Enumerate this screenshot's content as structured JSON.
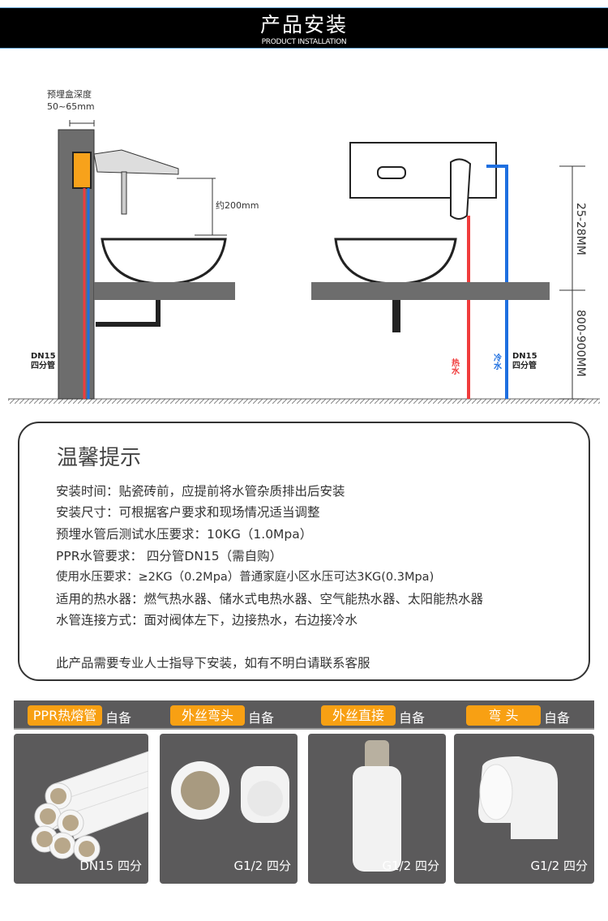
{
  "header": {
    "title": "产品安装",
    "subtitle": "PRODUCT INSTALLATION"
  },
  "diagram": {
    "box_depth_label": "预埋盒深度",
    "box_depth_value": "50~65mm",
    "spout_height": "约200mm",
    "pipe_left": "DN15",
    "pipe_left_sub": "四分管",
    "hot_label": "热水",
    "cold_label": "冷水",
    "pipe_right": "DN15",
    "pipe_right_sub": "四分管",
    "dim_top": "25-28MM",
    "dim_bottom": "800-900MM",
    "colors": {
      "hot": "#f03c3c",
      "cold": "#1e6fe0",
      "counter": "#6d6d6d",
      "box": "#f7a21b"
    }
  },
  "tips": {
    "title": "温馨提示",
    "lines": [
      "安装时间：贴瓷砖前，应提前将水管杂质排出后安装",
      "安装尺寸：可根据客户要求和现场情况适当调整",
      "预埋水管后测试水压要求：10KG（1.0Mpa）",
      "PPR水管要求： 四分管DN15（需自购）",
      "使用水压要求：≥2KG（0.2Mpa）普通家庭小区水压可达3KG(0.3Mpa)",
      "适用的热水器：燃气热水器、储水式电热水器、空气能热水器、太阳能热水器",
      "水管连接方式：面对阀体左下，边接热水，右边接冷水"
    ],
    "note": "此产品需要专业人士指导下安装，如有不明白请联系客服"
  },
  "parts": [
    {
      "tag": "PPR热熔管",
      "own": "自备",
      "spec": "DN15 四分"
    },
    {
      "tag": "外丝弯头",
      "own": "自备",
      "spec": "G1/2 四分"
    },
    {
      "tag": "外丝直接",
      "own": "自备",
      "spec": "G1/2 四分"
    },
    {
      "tag": "弯 头",
      "own": "自备",
      "spec": "G1/2 四分"
    }
  ]
}
